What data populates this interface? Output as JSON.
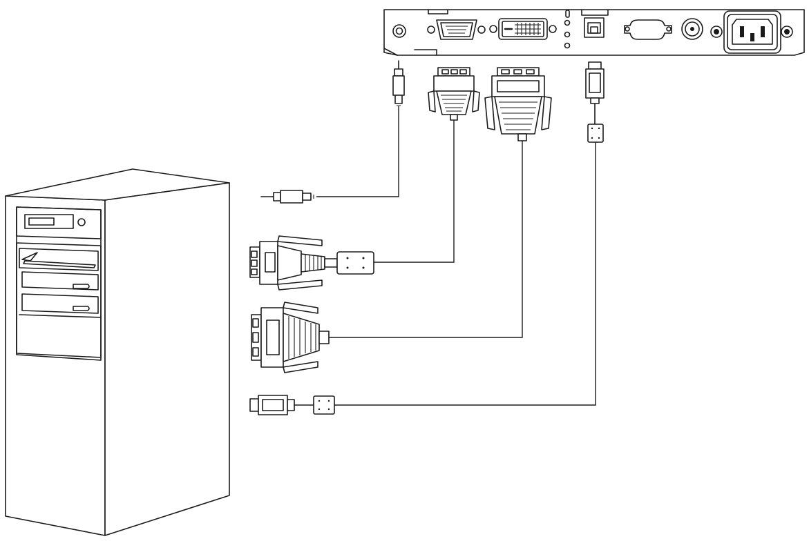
{
  "diagram": {
    "devices": [
      {
        "id": "computer-tower",
        "icon": "desktop-tower-icon"
      },
      {
        "id": "monitor-rear-panel",
        "icon": "monitor-port-panel-icon"
      }
    ],
    "monitor_ports": [
      {
        "id": "audio-in-port",
        "icon": "audio-jack-port-icon"
      },
      {
        "id": "vga-port",
        "icon": "vga-port-icon"
      },
      {
        "id": "dvi-port",
        "icon": "dvi-port-icon"
      },
      {
        "id": "usb-b-port",
        "icon": "usb-b-port-icon"
      },
      {
        "id": "rs232-port",
        "icon": "serial-port-icon"
      },
      {
        "id": "coax-port",
        "icon": "coax-port-icon"
      },
      {
        "id": "ac-power-inlet",
        "icon": "ac-inlet-icon"
      }
    ],
    "cables": [
      {
        "id": "audio-cable",
        "from": "audio-in-port",
        "to": "computer-tower",
        "icon": "audio-plug-icon"
      },
      {
        "id": "vga-cable",
        "from": "vga-port",
        "to": "computer-tower",
        "icon": "vga-connector-icon"
      },
      {
        "id": "dvi-cable",
        "from": "dvi-port",
        "to": "computer-tower",
        "icon": "dvi-connector-icon"
      },
      {
        "id": "usb-cable",
        "from": "usb-b-port",
        "to": "computer-tower",
        "icon": "usb-connector-icon"
      }
    ],
    "colors": {
      "line": "#1a1a1a",
      "background": "#ffffff"
    }
  }
}
